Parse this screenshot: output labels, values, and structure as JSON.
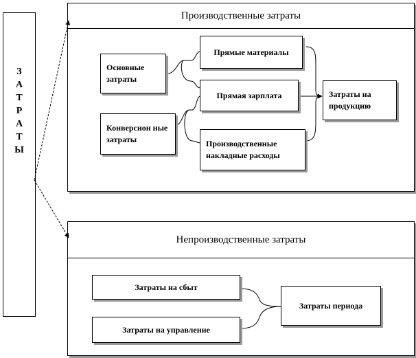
{
  "left_label": {
    "text": "ЗАТРАТЫ"
  },
  "production": {
    "title": "Производственные затраты",
    "basic_costs": "Основные затраты",
    "conversion_costs": "Конверсион ные затраты",
    "direct_materials": "Прямые материалы",
    "direct_labor": "Прямая зарплата",
    "overhead": "Производственные накладные расходы",
    "product_costs": "Затраты на продукцию"
  },
  "nonproduction": {
    "title": "Непроизводственные затраты",
    "selling_costs": "Затраты на сбыт",
    "admin_costs": "Затраты на управление",
    "period_costs": "Затраты периода"
  }
}
